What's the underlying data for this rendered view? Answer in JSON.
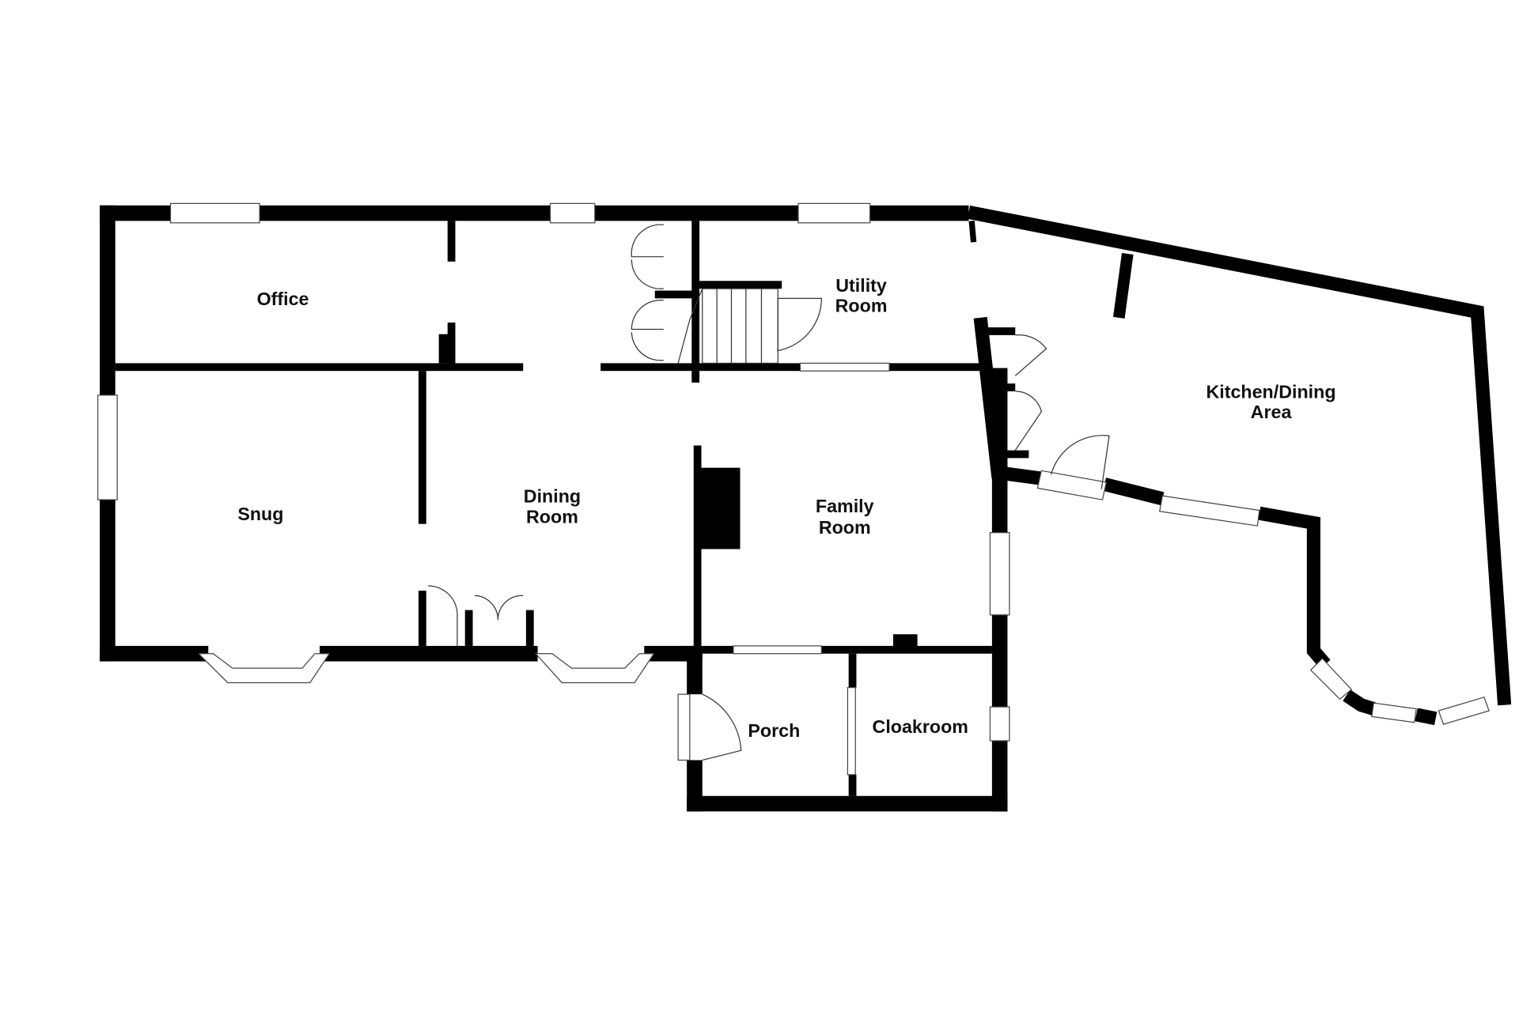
{
  "title": "Ground floor plan",
  "rooms": {
    "office": "Office",
    "utility": [
      "Utility",
      "Room"
    ],
    "kitchen": [
      "Kitchen/Dining",
      "Area"
    ],
    "snug": "Snug",
    "dining": [
      "Dining",
      "Room"
    ],
    "family": [
      "Family",
      "Room"
    ],
    "porch": "Porch",
    "cloakroom": "Cloakroom"
  },
  "colors": {
    "wall": "#000000",
    "background": "#ffffff"
  }
}
